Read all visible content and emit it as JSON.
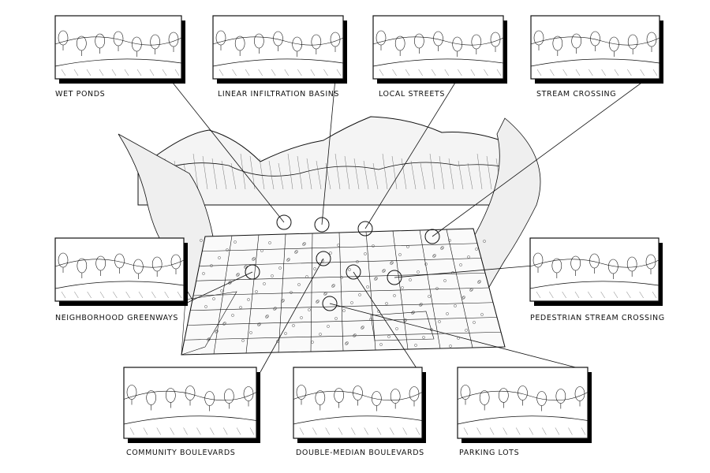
{
  "colors": {
    "ink": "#111111",
    "shadow": "#000000",
    "paper": "#ffffff",
    "hatch": "#555555"
  },
  "vignettes": [
    {
      "id": "wet-ponds",
      "label": "WET PONDS"
    },
    {
      "id": "linear-infiltration-basins",
      "label": "LINEAR INFILTRATION BASINS"
    },
    {
      "id": "local-streets",
      "label": "LOCAL STREETS"
    },
    {
      "id": "stream-crossing",
      "label": "STREAM CROSSING"
    },
    {
      "id": "neighborhood-greenways",
      "label": "NEIGHBORHOOD GREENWAYS"
    },
    {
      "id": "pedestrian-stream-crossing",
      "label": "PEDESTRIAN STREAM CROSSING"
    },
    {
      "id": "community-boulevards",
      "label": "COMMUNITY BOULEVARDS"
    },
    {
      "id": "double-median-boulevards",
      "label": "DOUBLE-MEDIAN BOULEVARDS"
    },
    {
      "id": "parking-lots",
      "label": "PARKING LOTS"
    }
  ]
}
